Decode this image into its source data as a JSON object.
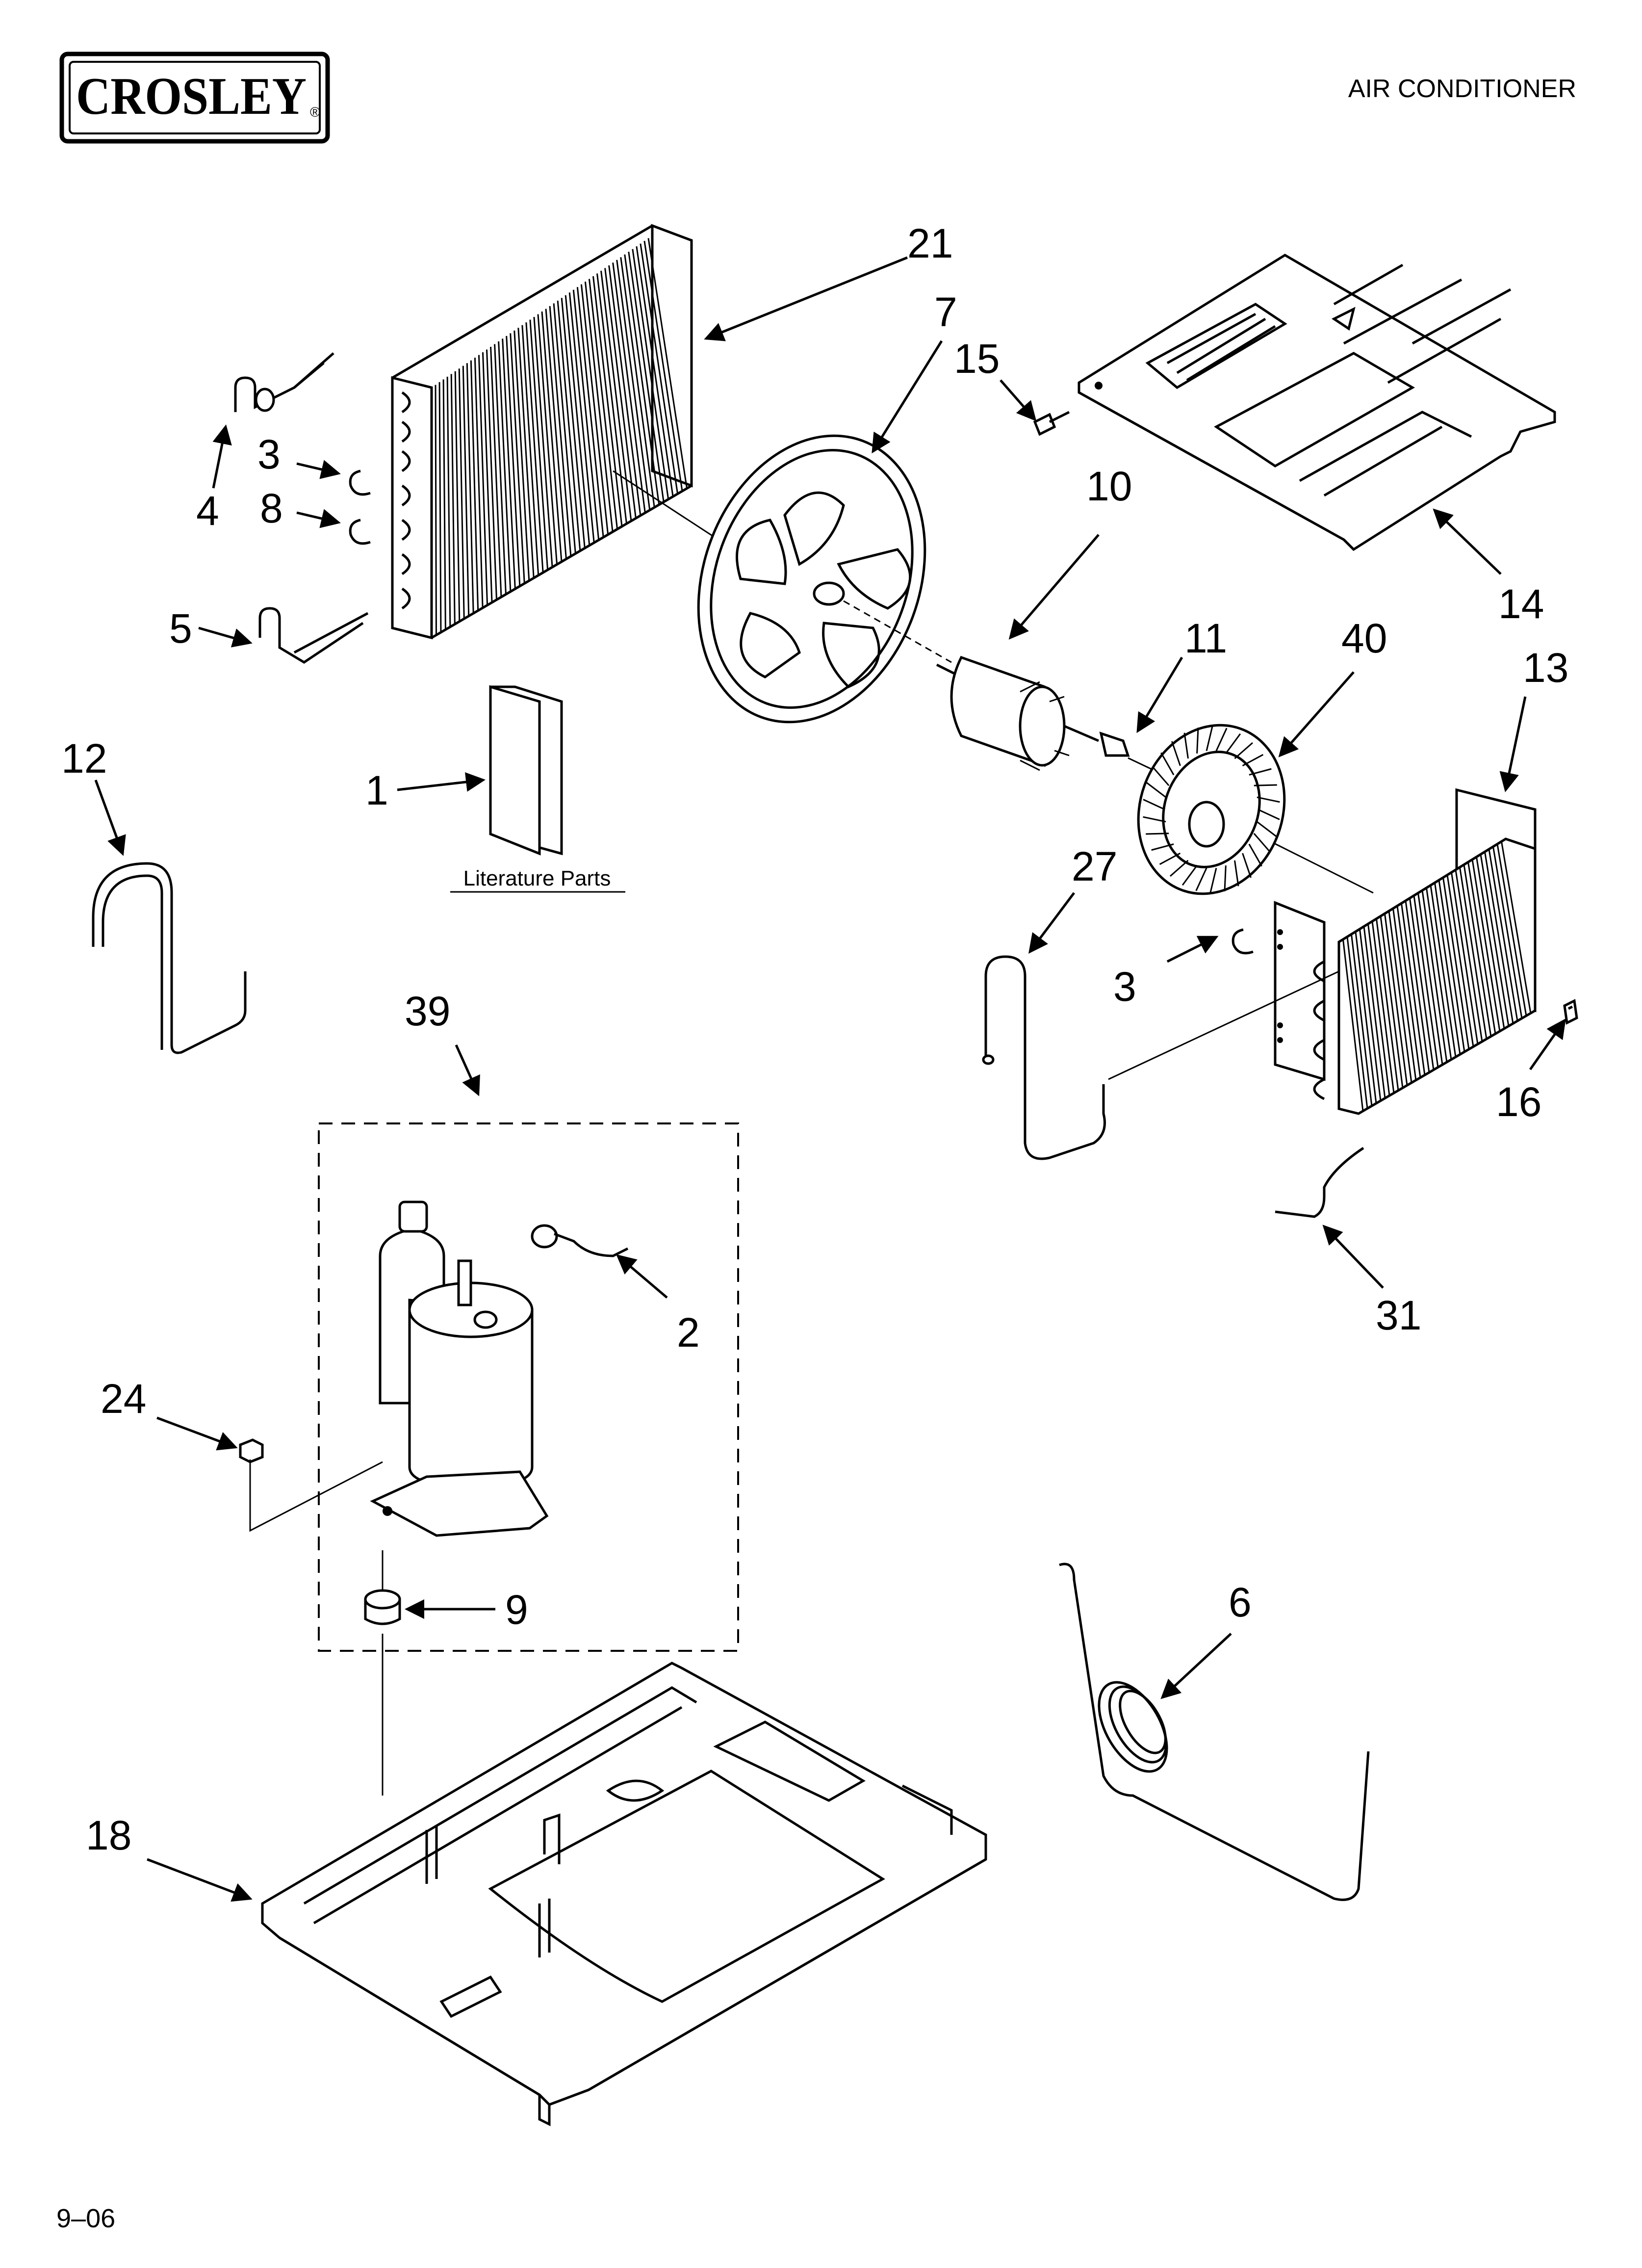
{
  "header": {
    "brand": "CROSLEY",
    "registered_mark": "®",
    "title": "AIR CONDITIONER"
  },
  "footer": {
    "date_code": "9–06"
  },
  "literature_label": "Literature Parts",
  "callouts": {
    "c21": "21",
    "c7": "7",
    "c15": "15",
    "c14": "14",
    "c10": "10",
    "c4": "4",
    "c3a": "3",
    "c8": "8",
    "c5": "5",
    "c12": "12",
    "c1": "1",
    "c11": "11",
    "c40": "40",
    "c13": "13",
    "c27": "27",
    "c3b": "3",
    "c16": "16",
    "c39": "39",
    "c2": "2",
    "c31": "31",
    "c24": "24",
    "c9": "9",
    "c6": "6",
    "c18": "18"
  }
}
